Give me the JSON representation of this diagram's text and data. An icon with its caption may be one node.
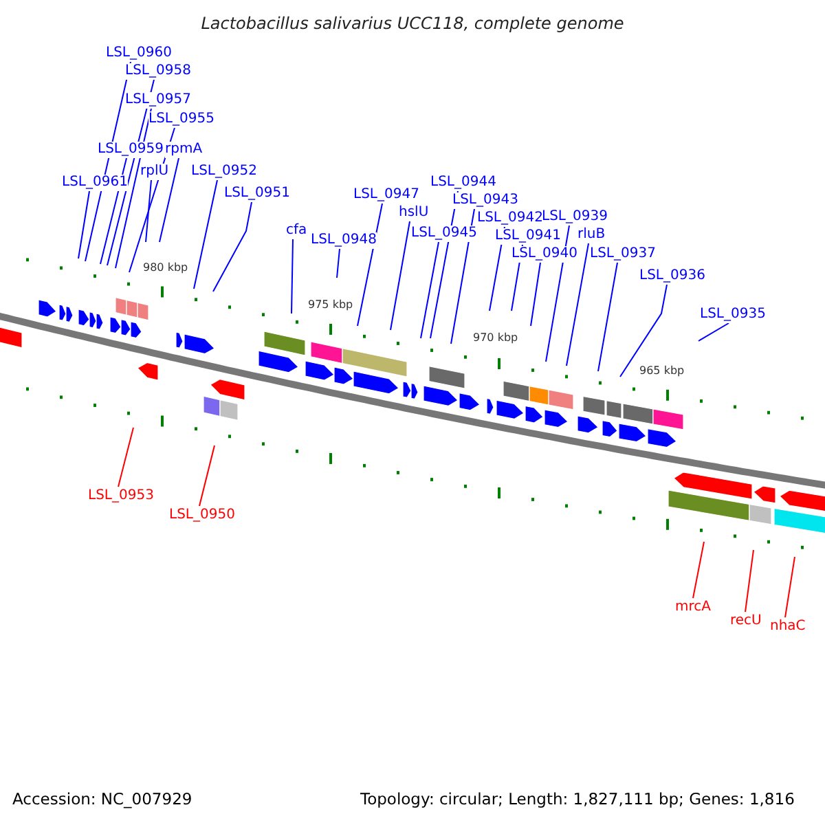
{
  "diagram": {
    "title": "Lactobacillus salivarius UCC118, complete genome",
    "nodes": [
      {
        "text": [
          "LSL_0960"
        ]
      },
      {
        "text": [
          "LSL_0958"
        ]
      },
      {
        "text": [
          "LSL_0957"
        ]
      },
      {
        "text": [
          "LSL_0955"
        ]
      },
      {
        "text": [
          "LSL_0959"
        ]
      },
      {
        "text": [
          "rpmA"
        ]
      },
      {
        "text": [
          "rplU"
        ]
      },
      {
        "text": [
          "LSL_0961"
        ]
      },
      {
        "text": [
          "LSL_0952"
        ]
      },
      {
        "text": [
          "LSL_0951"
        ]
      },
      {
        "text": [
          "cfa"
        ]
      },
      {
        "text": [
          "LSL_0948"
        ]
      },
      {
        "text": [
          "LSL_0947"
        ]
      },
      {
        "text": [
          "hslU"
        ]
      },
      {
        "text": [
          "LSL_0944"
        ]
      },
      {
        "text": [
          "LSL_0945"
        ]
      },
      {
        "text": [
          "LSL_0943"
        ]
      },
      {
        "text": [
          "LSL_0942"
        ]
      },
      {
        "text": [
          "LSL_0939"
        ]
      },
      {
        "text": [
          "LSL_0941"
        ]
      },
      {
        "text": [
          "rluB"
        ]
      },
      {
        "text": [
          "LSL_0940"
        ]
      },
      {
        "text": [
          "LSL_0937"
        ]
      },
      {
        "text": [
          "LSL_0936"
        ]
      },
      {
        "text": [
          "LSL_0935"
        ]
      },
      {
        "text": [
          "LSL_0953"
        ]
      },
      {
        "text": [
          "LSL_0950"
        ]
      },
      {
        "text": [
          "mrcA"
        ]
      },
      {
        "text": [
          "recU"
        ]
      },
      {
        "text": [
          "nhaC"
        ]
      }
    ],
    "edges": [
      {
        "from": 0,
        "to": null,
        "arrow": "none"
      },
      {
        "from": 1,
        "to": null,
        "arrow": "none"
      },
      {
        "from": 2,
        "to": null,
        "arrow": "none"
      },
      {
        "from": 3,
        "to": null,
        "arrow": "none"
      },
      {
        "from": 4,
        "to": null,
        "arrow": "none"
      },
      {
        "from": 5,
        "to": null,
        "arrow": "none"
      },
      {
        "from": 6,
        "to": null,
        "arrow": "none"
      },
      {
        "from": 7,
        "to": null,
        "arrow": "none"
      },
      {
        "from": 8,
        "to": null,
        "arrow": "none"
      },
      {
        "from": 9,
        "to": null,
        "arrow": "none"
      },
      {
        "from": 10,
        "to": null,
        "arrow": "none"
      },
      {
        "from": 11,
        "to": null,
        "arrow": "none"
      },
      {
        "from": 12,
        "to": null,
        "arrow": "none"
      },
      {
        "from": 13,
        "to": null,
        "arrow": "none"
      },
      {
        "from": 14,
        "to": null,
        "arrow": "none"
      },
      {
        "from": 15,
        "to": null,
        "arrow": "none"
      },
      {
        "from": 16,
        "to": null,
        "arrow": "none"
      },
      {
        "from": 17,
        "to": null,
        "arrow": "none"
      },
      {
        "from": 18,
        "to": null,
        "arrow": "none"
      },
      {
        "from": 19,
        "to": null,
        "arrow": "none"
      },
      {
        "from": 20,
        "to": null,
        "arrow": "none"
      },
      {
        "from": 21,
        "to": null,
        "arrow": "none"
      },
      {
        "from": 22,
        "to": null,
        "arrow": "none"
      },
      {
        "from": 23,
        "to": null,
        "arrow": "none"
      },
      {
        "from": 24,
        "to": null,
        "arrow": "none"
      },
      {
        "from": 25,
        "to": null,
        "arrow": "none",
        "color": "#ff0000"
      },
      {
        "from": 26,
        "to": null,
        "arrow": "none",
        "color": "#ff0000"
      },
      {
        "from": 27,
        "to": null,
        "arrow": "none",
        "color": "#ff0000"
      },
      {
        "from": 28,
        "to": null,
        "arrow": "none",
        "color": "#ff0000"
      },
      {
        "from": 29,
        "to": null,
        "arrow": "none",
        "color": "#ff0000"
      }
    ],
    "labels": [
      "980 kbp",
      "975 kbp",
      "970 kbp",
      "965 kbp",
      "Accession: NC_007929",
      "Topology: circular; Length: 1,827,111 bp; Genes: 1,816"
    ]
  }
}
